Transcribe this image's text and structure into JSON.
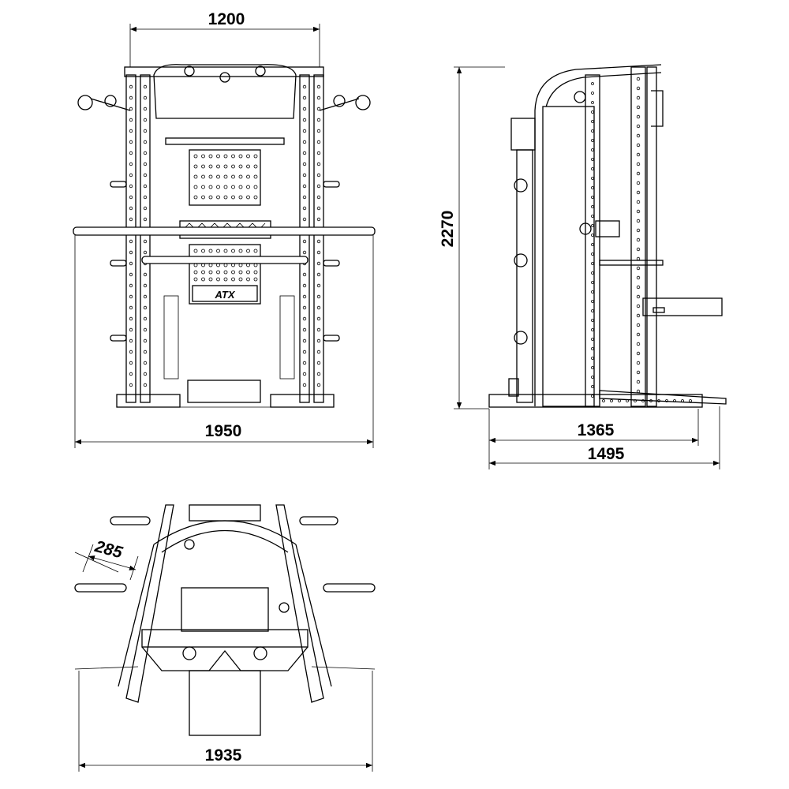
{
  "title": "ATX multi-function rack technical drawing",
  "brand_logo": "ATX",
  "views": {
    "front": {
      "width_top": "1200",
      "width_total": "1950"
    },
    "side": {
      "height": "2270",
      "depth_base": "1365",
      "depth_total": "1495"
    },
    "top": {
      "arm_offset": "285",
      "width_total": "1935"
    }
  },
  "colors": {
    "line": "#000000",
    "background": "#ffffff"
  }
}
